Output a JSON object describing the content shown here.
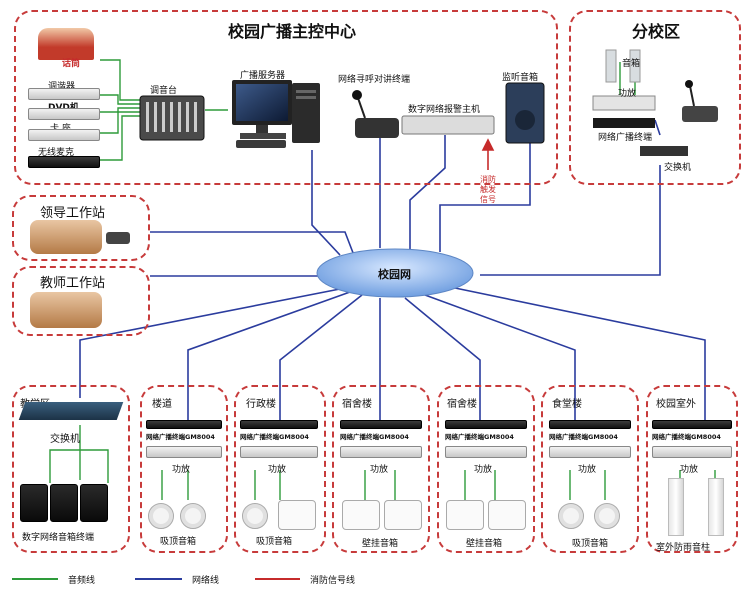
{
  "main_center": {
    "title": "校园广播主控中心",
    "mic_label": "话筒",
    "tuner": "调谐器",
    "dvd": "DVD机",
    "deck": "卡  座",
    "wireless_mic": "无线麦克",
    "mixer": "调音台",
    "server": "广播服务器",
    "intercom": "网络寻呼对讲终端",
    "alarm_host": "数字网络报警主机",
    "monitor": "监听音箱",
    "fire_signal": "消防触发信号"
  },
  "branch": {
    "title": "分校区",
    "speaker": "音箱",
    "amp": "功放",
    "terminal": "网络广播终端",
    "switch": "交换机"
  },
  "leader": {
    "title": "领导工作站"
  },
  "teacher": {
    "title": "教师工作站"
  },
  "network": {
    "label": "校园网"
  },
  "zones": [
    {
      "title": "教学区",
      "switch": "交换机",
      "footer": "数字网络音箱终端"
    },
    {
      "title": "楼道",
      "terminal": "网络广播终端GM8004",
      "amp": "功放",
      "footer": "吸顶音箱"
    },
    {
      "title": "行政楼",
      "terminal": "网络广播终端GM8004",
      "amp": "功放",
      "footer": "吸顶音箱"
    },
    {
      "title": "宿舍楼",
      "terminal": "网络广播终端GM8004",
      "amp": "功放",
      "footer": "壁挂音箱"
    },
    {
      "title": "宿舍楼",
      "terminal": "网络广播终端GM8004",
      "amp": "功放",
      "footer": "壁挂音箱"
    },
    {
      "title": "食堂楼",
      "terminal": "网络广播终端GM8004",
      "amp": "功放",
      "footer": "吸顶音箱"
    },
    {
      "title": "校园室外",
      "terminal": "网络广播终端GM8004",
      "amp": "功放",
      "footer": "室外防雨音柱"
    }
  ],
  "legend": {
    "audio": "音频线",
    "network": "网络线",
    "fire": "消防信号线"
  },
  "colors": {
    "audio": "#2e9b3a",
    "network": "#2b3c9e",
    "fire": "#c62b2b",
    "border": "#c73b3b",
    "cloud": "#8fb4e8"
  }
}
